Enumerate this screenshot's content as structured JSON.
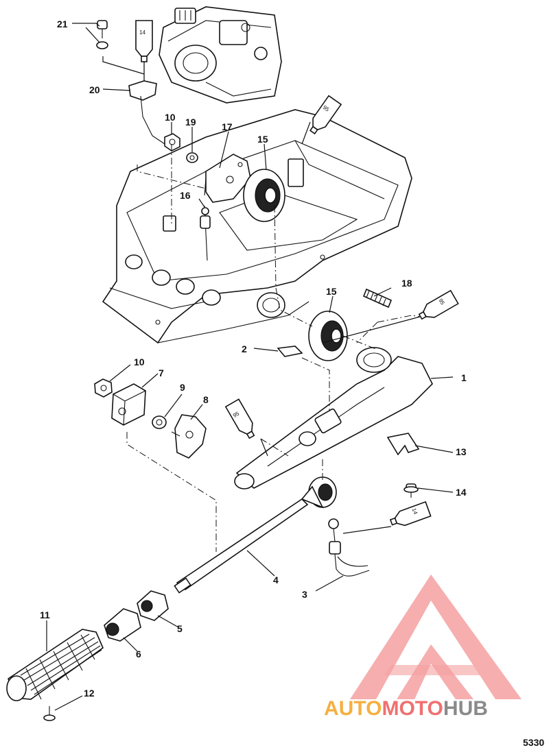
{
  "callouts": {
    "c21": "21",
    "c20": "20",
    "c10a": "10",
    "c19": "19",
    "c17": "17",
    "c15a": "15",
    "c16": "16",
    "c15b": "15",
    "c18": "18",
    "c2": "2",
    "c1": "1",
    "c10b": "10",
    "c7": "7",
    "c9": "9",
    "c8": "8",
    "c13": "13",
    "c14": "14",
    "c4": "4",
    "c3": "3",
    "c5": "5",
    "c6": "6",
    "c11": "11",
    "c12": "12"
  },
  "tubes": {
    "t14a": "14",
    "t95a": "95",
    "t95b": "95",
    "t95c": "95",
    "t14b": "14"
  },
  "watermark": {
    "auto": "AUTO",
    "moto": "MOTO",
    "hub": "HUB",
    "color_red": "#f07070",
    "color_orange": "#f5b040",
    "color_gray": "#8a8a8a"
  },
  "figure_number": "5330"
}
